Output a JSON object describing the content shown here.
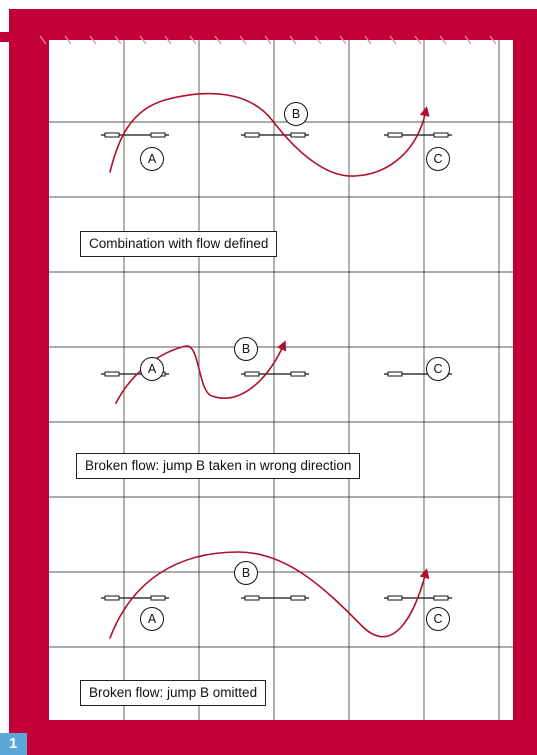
{
  "colors": {
    "frame": "#c3003a",
    "background": "#ffffff",
    "grid": "#222222",
    "flow_path": "#b0102e",
    "figure_badge": "#5aa7d8"
  },
  "figure_number": "1",
  "panels": [
    {
      "caption": "Combination with flow defined",
      "jumps": [
        "A",
        "B",
        "C"
      ]
    },
    {
      "caption": "Broken flow: jump B taken in wrong direction",
      "jumps": [
        "A",
        "B",
        "C"
      ]
    },
    {
      "caption": "Broken flow: jump B omitted",
      "jumps": [
        "A",
        "B",
        "C"
      ]
    }
  ]
}
